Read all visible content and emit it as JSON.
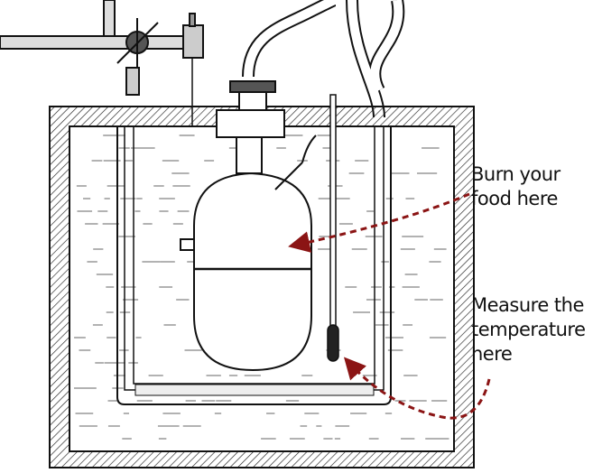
{
  "annotations": {
    "burn": {
      "line1": "Burn your",
      "line2": "food here"
    },
    "measure": {
      "line1": "Measure the",
      "line2": "temperature",
      "line3": "here"
    }
  },
  "colors": {
    "arrow": "#8b1414",
    "ink": "#111111"
  }
}
